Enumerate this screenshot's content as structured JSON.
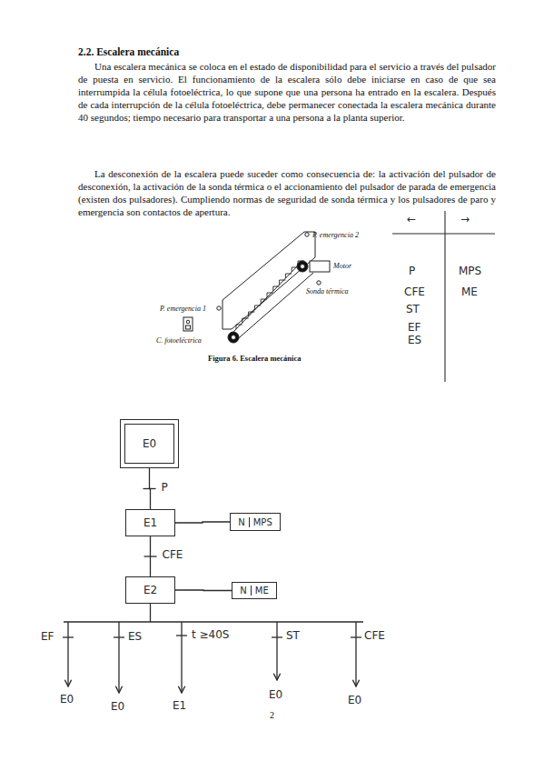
{
  "diagram": {
    "title": "2.2. Escalera mecánica",
    "caption": "Figura 6. Escalera mecánica",
    "nodes": [
      {
        "text": [
          "E0"
        ]
      },
      {
        "text": [
          "E1"
        ]
      },
      {
        "text": [
          "N",
          "MPS"
        ]
      },
      {
        "text": [
          "E2"
        ]
      },
      {
        "text": [
          "N",
          "ME"
        ]
      }
    ],
    "edges": [
      {
        "from": 0,
        "to": 1,
        "arrow": "none",
        "label": "P"
      },
      {
        "from": 1,
        "to": 2,
        "arrow": "none"
      },
      {
        "from": 1,
        "to": 3,
        "arrow": "none",
        "label": "CFE"
      },
      {
        "from": 3,
        "to": 4,
        "arrow": "none"
      }
    ],
    "labels": [
      "Una escalera mecánica se coloca en el estado de disponibilidad para el servicio a través del pulsador de puesta en servicio. El funcionamiento de la escalera sólo debe iniciarse en caso de que sea interrumpida la célula fotoeléctrica, lo que supone que una persona ha entrado en la escalera. Después de cada interrupción de la célula fotoeléctrica, debe permanecer conectada la escalera mecánica durante 40 segundos; tiempo necesario para transportar a una persona a la planta superior.",
      "La desconexión de la escalera puede suceder como consecuencia de: la activación del pulsador de desconexión, la activación de la sonda térmica o el accionamiento del pulsador de parada de emergencia (existen dos pulsadores). Cumpliendo normas de seguridad de sonda térmica y los pulsadores de paro y emergencia son contactos de apertura.",
      "P. emergencia 2",
      "Motor",
      "Sonda térmica",
      "P. emergencia 1",
      "C. fotoeléctrica",
      "←",
      "→",
      "P",
      "CFE",
      "ST",
      "EF",
      "ES",
      "MPS",
      "ME",
      "EF",
      "ES",
      "t ≥40S",
      "ST",
      "CFE",
      "E0",
      "E0",
      "E1",
      "E0",
      "E0",
      "2"
    ]
  }
}
